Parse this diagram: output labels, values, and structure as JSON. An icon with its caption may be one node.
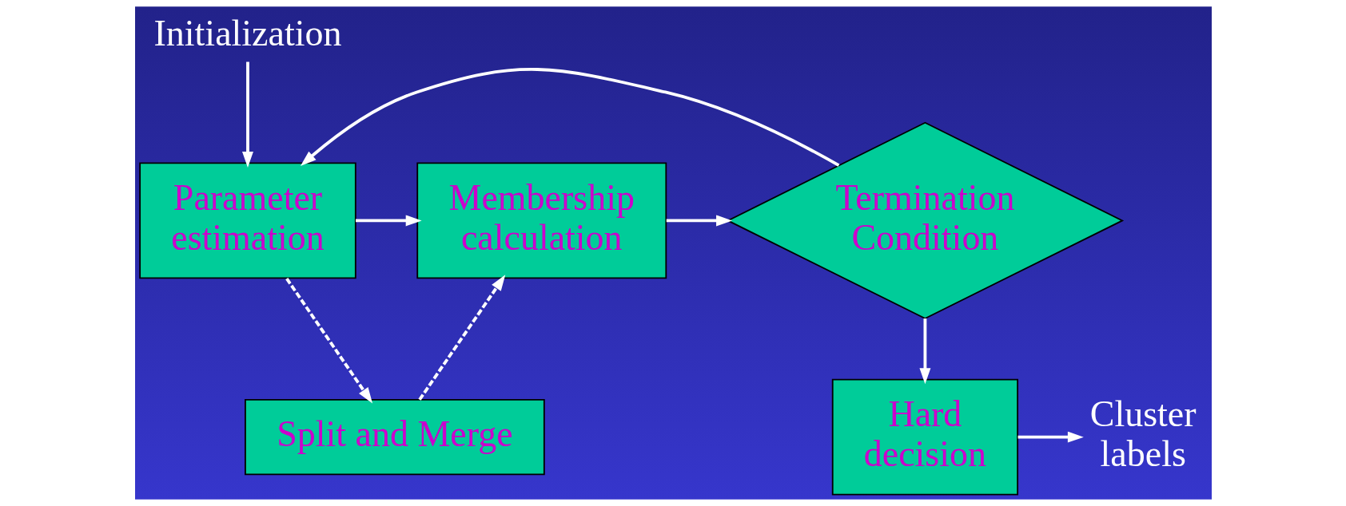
{
  "diagram": {
    "nodes": [
      {
        "text": [
          "Initialization"
        ]
      },
      {
        "text": [
          "Parameter estimation"
        ]
      },
      {
        "text": [
          "Membership calculation"
        ]
      },
      {
        "text": [
          "Termination Condition"
        ]
      },
      {
        "text": [
          "Split and Merge"
        ]
      },
      {
        "text": [
          "Hard decision"
        ]
      },
      {
        "text": [
          "Cluster labels"
        ]
      }
    ],
    "edges": [
      {
        "from": 0,
        "to": 1,
        "arrow": "to"
      },
      {
        "from": 1,
        "to": 2,
        "arrow": "to"
      },
      {
        "from": 2,
        "to": 3,
        "arrow": "to"
      },
      {
        "from": 3,
        "to": 1,
        "arrow": "to"
      },
      {
        "from": 1,
        "to": 4,
        "arrow": "to",
        "style": "dashed"
      },
      {
        "from": 4,
        "to": 2,
        "arrow": "to",
        "style": "dashed"
      },
      {
        "from": 3,
        "to": 5,
        "arrow": "to"
      },
      {
        "from": 5,
        "to": 6,
        "arrow": "to"
      }
    ]
  }
}
